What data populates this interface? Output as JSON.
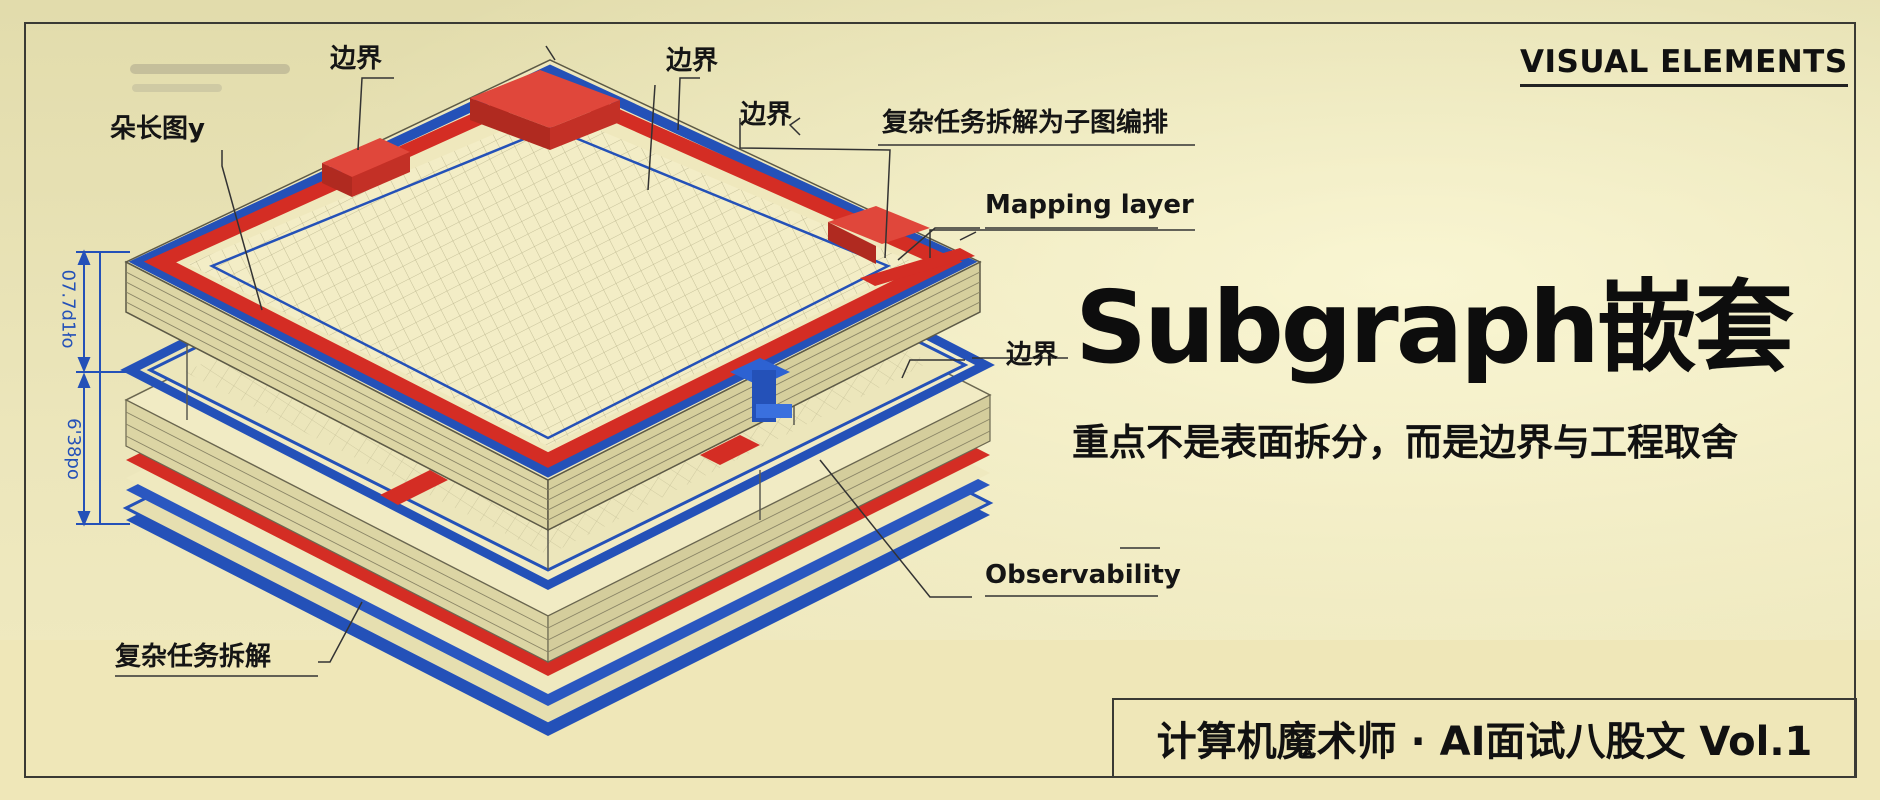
{
  "corner_label": "VISUAL ELEMENTS",
  "title": "Subgraph嵌套",
  "subtitle": "重点不是表面拆分，而是边界与工程取舍",
  "footer": "计算机魔术师 · AI面试八股文 Vol.1",
  "callouts": {
    "boundary_top_left": "边界",
    "boundary_top_mid": "边界",
    "boundary_top_right": "边界",
    "boundary_right": "边界",
    "long_graph": "朵长图y",
    "decompose_subgraph": "复杂任务拆解为子图编排",
    "mapping_layer": "Mapping layer",
    "observability": "Observability",
    "decompose": "复杂任务拆解"
  },
  "dimension_labels": {
    "upper": "07.7d1ło",
    "lower": "6'38po"
  },
  "colors": {
    "red": "#d42d24",
    "blue": "#2451b8",
    "paper": "#ece6bb",
    "grid": "#c8c39b"
  }
}
